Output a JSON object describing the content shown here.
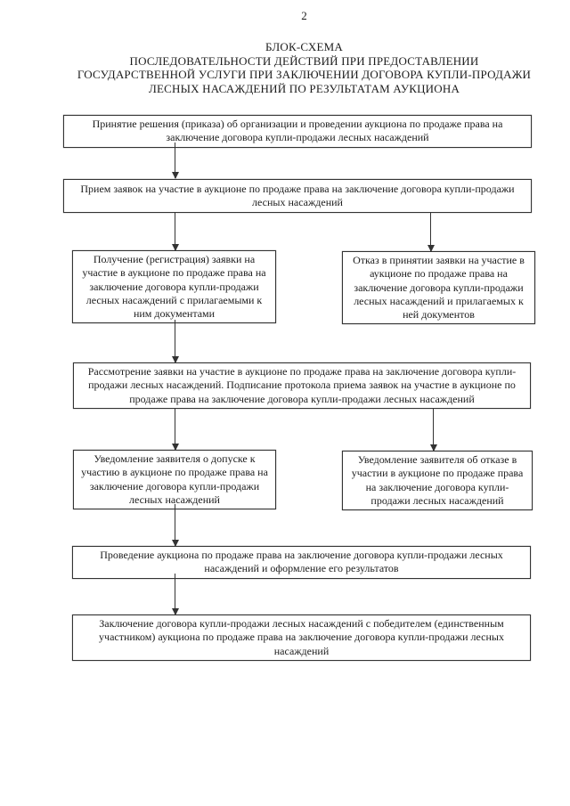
{
  "page": {
    "number": "2",
    "title_lines": [
      "БЛОК-СХЕМА",
      "ПОСЛЕДОВАТЕЛЬНОСТИ ДЕЙСТВИЙ ПРИ ПРЕДОСТАВЛЕНИИ",
      "ГОСУДАРСТВЕННОЙ УСЛУГИ ПРИ ЗАКЛЮЧЕНИИ ДОГОВОРА КУПЛИ-ПРОДАЖИ",
      "ЛЕСНЫХ НАСАЖДЕНИЙ ПО РЕЗУЛЬТАТАМ АУКЦИОНА"
    ]
  },
  "flowchart": {
    "nodes": [
      {
        "id": "n1",
        "text": "Принятие решения (приказа) об организации и проведении аукциона по продаже права на заключение договора купли-продажи лесных насаждений"
      },
      {
        "id": "n2",
        "text": "Прием заявок на участие в аукционе по продаже права на заключение договора купли-продажи лесных насаждений"
      },
      {
        "id": "n3",
        "text": "Получение (регистрация) заявки на участие в аукционе по продаже права на заключение договора купли-продажи лесных насаждений с прилагаемыми к ним документами"
      },
      {
        "id": "n4",
        "text": "Отказ в принятии заявки на участие в аукционе по продаже права на заключение договора купли-продажи лесных насаждений и прилагаемых к ней документов"
      },
      {
        "id": "n5",
        "text": "Рассмотрение заявки на участие в аукционе по продаже права на заключение договора купли-продажи лесных насаждений. Подписание протокола приема заявок на участие в аукционе по продаже права на заключение договора купли-продажи лесных насаждений"
      },
      {
        "id": "n6",
        "text": "Уведомление заявителя о допуске к участию в аукционе по продаже права на заключение договора купли-продажи лесных насаждений"
      },
      {
        "id": "n7",
        "text": "Уведомление заявителя об отказе в участии в аукционе по продаже права на заключение договора купли-продажи лесных насаждений"
      },
      {
        "id": "n8",
        "text": "Проведение аукциона по продаже права на заключение договора купли-продажи лесных насаждений и оформление его результатов"
      },
      {
        "id": "n9",
        "text": "Заключение договора купли-продажи лесных насаждений с победителем (единственным участником) аукциона по продаже права на заключение договора купли-продажи лесных насаждений"
      }
    ],
    "edges": [
      {
        "from": "n1",
        "to": "n2"
      },
      {
        "from": "n2",
        "to": "n3"
      },
      {
        "from": "n2",
        "to": "n4"
      },
      {
        "from": "n3",
        "to": "n5"
      },
      {
        "from": "n5",
        "to": "n6"
      },
      {
        "from": "n5",
        "to": "n7"
      },
      {
        "from": "n6",
        "to": "n8"
      },
      {
        "from": "n8",
        "to": "n9"
      }
    ]
  },
  "colors": {
    "page_bg": "#ffffff",
    "line": "#333333",
    "ink": "#1c1c1c"
  }
}
